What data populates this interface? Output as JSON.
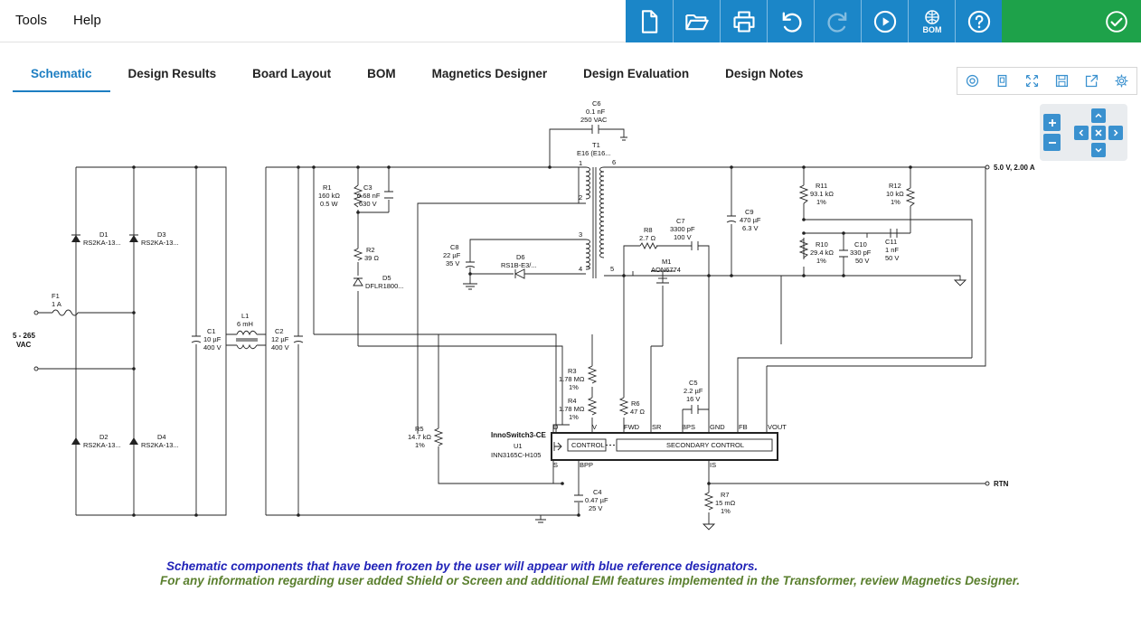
{
  "menu": {
    "tools": "Tools",
    "help": "Help"
  },
  "toolbar": {
    "buttons": [
      "new-file-icon",
      "open-folder-icon",
      "print-icon",
      "undo-icon",
      "redo-icon",
      "play-icon",
      "bom-globe-icon",
      "help-icon"
    ],
    "bom_label": "BOM",
    "color_blue": "#1b86c8",
    "color_green": "#1ea24a"
  },
  "tabs": [
    "Schematic",
    "Design Results",
    "Board Layout",
    "BOM",
    "Magnetics Designer",
    "Design Evaluation",
    "Design Notes"
  ],
  "active_tab": "Schematic",
  "view_tools": [
    "zoom-fit-icon",
    "page-icon",
    "fullscreen-icon",
    "save-icon",
    "export-icon",
    "settings-icon"
  ],
  "nav": {
    "zoom_in": "+",
    "zoom_out": "−"
  },
  "schematic": {
    "input": {
      "voltage": "5 - 265",
      "unit": "VAC"
    },
    "output": {
      "voltage": "5.0 V, 2.00 A",
      "rtn": "RTN"
    },
    "parts": {
      "F1": {
        "ref": "F1",
        "value": "1 A"
      },
      "D1": {
        "ref": "D1",
        "value": "RS2KA-13..."
      },
      "D2": {
        "ref": "D2",
        "value": "RS2KA-13..."
      },
      "D3": {
        "ref": "D3",
        "value": "RS2KA-13..."
      },
      "D4": {
        "ref": "D4",
        "value": "RS2KA-13..."
      },
      "C1": {
        "ref": "C1",
        "v1": "10 µF",
        "v2": "400 V"
      },
      "L1": {
        "ref": "L1",
        "value": "6 mH"
      },
      "C2": {
        "ref": "C2",
        "v1": "12 µF",
        "v2": "400 V"
      },
      "R1": {
        "ref": "R1",
        "v1": "160 kΩ",
        "v2": "0.5 W"
      },
      "C3": {
        "ref": "C3",
        "v1": "0.68 nF",
        "v2": "630 V"
      },
      "R2": {
        "ref": "R2",
        "value": "39 Ω"
      },
      "D5": {
        "ref": "D5",
        "value": "DFLR1800..."
      },
      "C6": {
        "ref": "C6",
        "v1": "0.1 nF",
        "v2": "250 VAC"
      },
      "T1": {
        "ref": "T1",
        "value": "E16 (E16..."
      },
      "C8": {
        "ref": "C8",
        "v1": "22 µF",
        "v2": "35 V"
      },
      "D6": {
        "ref": "D6",
        "value": "RS1B-E3/..."
      },
      "R8": {
        "ref": "R8",
        "value": "2.7 Ω"
      },
      "C7": {
        "ref": "C7",
        "v1": "3300 pF",
        "v2": "100 V"
      },
      "M1": {
        "ref": "M1",
        "value": "AON6774"
      },
      "C9": {
        "ref": "C9",
        "v1": "470 µF",
        "v2": "6.3 V"
      },
      "R11": {
        "ref": "R11",
        "v1": "93.1 kΩ",
        "v2": "1%"
      },
      "R12": {
        "ref": "R12",
        "v1": "10 kΩ",
        "v2": "1%"
      },
      "R10": {
        "ref": "R10",
        "v1": "29.4 kΩ",
        "v2": "1%"
      },
      "C10": {
        "ref": "C10",
        "v1": "330 pF",
        "v2": "50 V"
      },
      "C11": {
        "ref": "C11",
        "v1": "1 nF",
        "v2": "50 V"
      },
      "R3": {
        "ref": "R3",
        "v1": "1.78 MΩ",
        "v2": "1%"
      },
      "R4": {
        "ref": "R4",
        "v1": "1.78 MΩ",
        "v2": "1%"
      },
      "R6": {
        "ref": "R6",
        "value": "47 Ω"
      },
      "C5": {
        "ref": "C5",
        "v1": "2.2 µF",
        "v2": "16 V"
      },
      "R5": {
        "ref": "R5",
        "v1": "14.7 kΩ",
        "v2": "1%"
      },
      "U1": {
        "family": "InnoSwitch3-CE",
        "ref": "U1",
        "value": "INN3165C-H105"
      },
      "C4": {
        "ref": "C4",
        "v1": "0.47 µF",
        "v2": "25 V"
      },
      "R7": {
        "ref": "R7",
        "v1": "15 mΩ",
        "v2": "1%"
      }
    },
    "pins": {
      "D": "D",
      "V": "V",
      "S": "S",
      "BPP": "BPP",
      "FWD": "FWD",
      "SR": "SR",
      "BPS": "BPS",
      "GND": "GND",
      "FB": "FB",
      "VOUT": "VOUT",
      "IS": "IS"
    },
    "blocks": {
      "control": "CONTROL",
      "secondary": "SECONDARY CONTROL"
    },
    "winding_pins": [
      "1",
      "2",
      "3",
      "4",
      "5",
      "6"
    ]
  },
  "notes": {
    "line1": "Schematic components that have been frozen by the user will appear with blue reference designators.",
    "line2": "For any information regarding user added Shield or Screen and additional EMI features implemented in the Transformer, review Magnetics Designer."
  }
}
